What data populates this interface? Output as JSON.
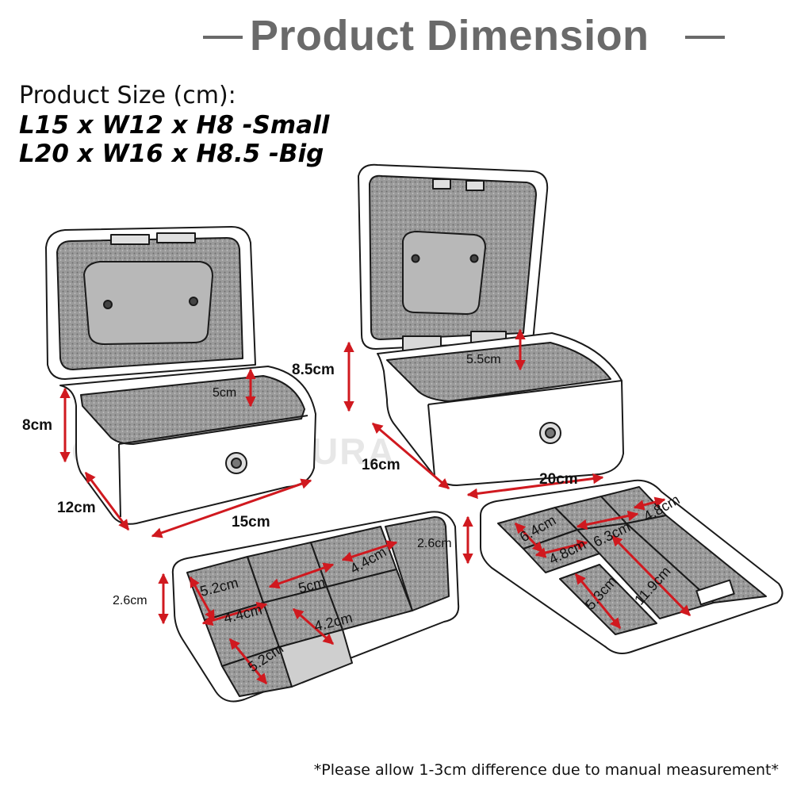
{
  "header": {
    "title": "Product Dimension"
  },
  "product_size": {
    "heading": "Product Size (cm):",
    "small": "L15 x W12 x H8 -Small",
    "big": "L20 x W16 x H8.5 -Big"
  },
  "watermark": {
    "brand": "OKURA"
  },
  "small_box": {
    "height": "8cm",
    "width": "12cm",
    "length": "15cm",
    "inner_depth": "5cm"
  },
  "big_box": {
    "height": "8.5cm",
    "width": "16cm",
    "length": "20cm",
    "inner_depth": "5.5cm"
  },
  "small_tray": {
    "height": "2.6cm",
    "compartments": [
      "5.2cm",
      "5cm",
      "4.4cm",
      "4.4cm",
      "4.2cm",
      "5.2cm"
    ]
  },
  "big_tray": {
    "height": "2.6cm",
    "compartments": [
      "6.4cm",
      "4.8cm",
      "6.3cm",
      "4.8cm",
      "5.3cm",
      "11.9cm"
    ]
  },
  "footer": {
    "note": "*Please allow 1-3cm difference due to manual measurement*"
  },
  "colors": {
    "title": "#6a6a6a",
    "arrow": "#d0191f",
    "outline": "#1a1a1a",
    "shade": "#8a8a8a"
  }
}
